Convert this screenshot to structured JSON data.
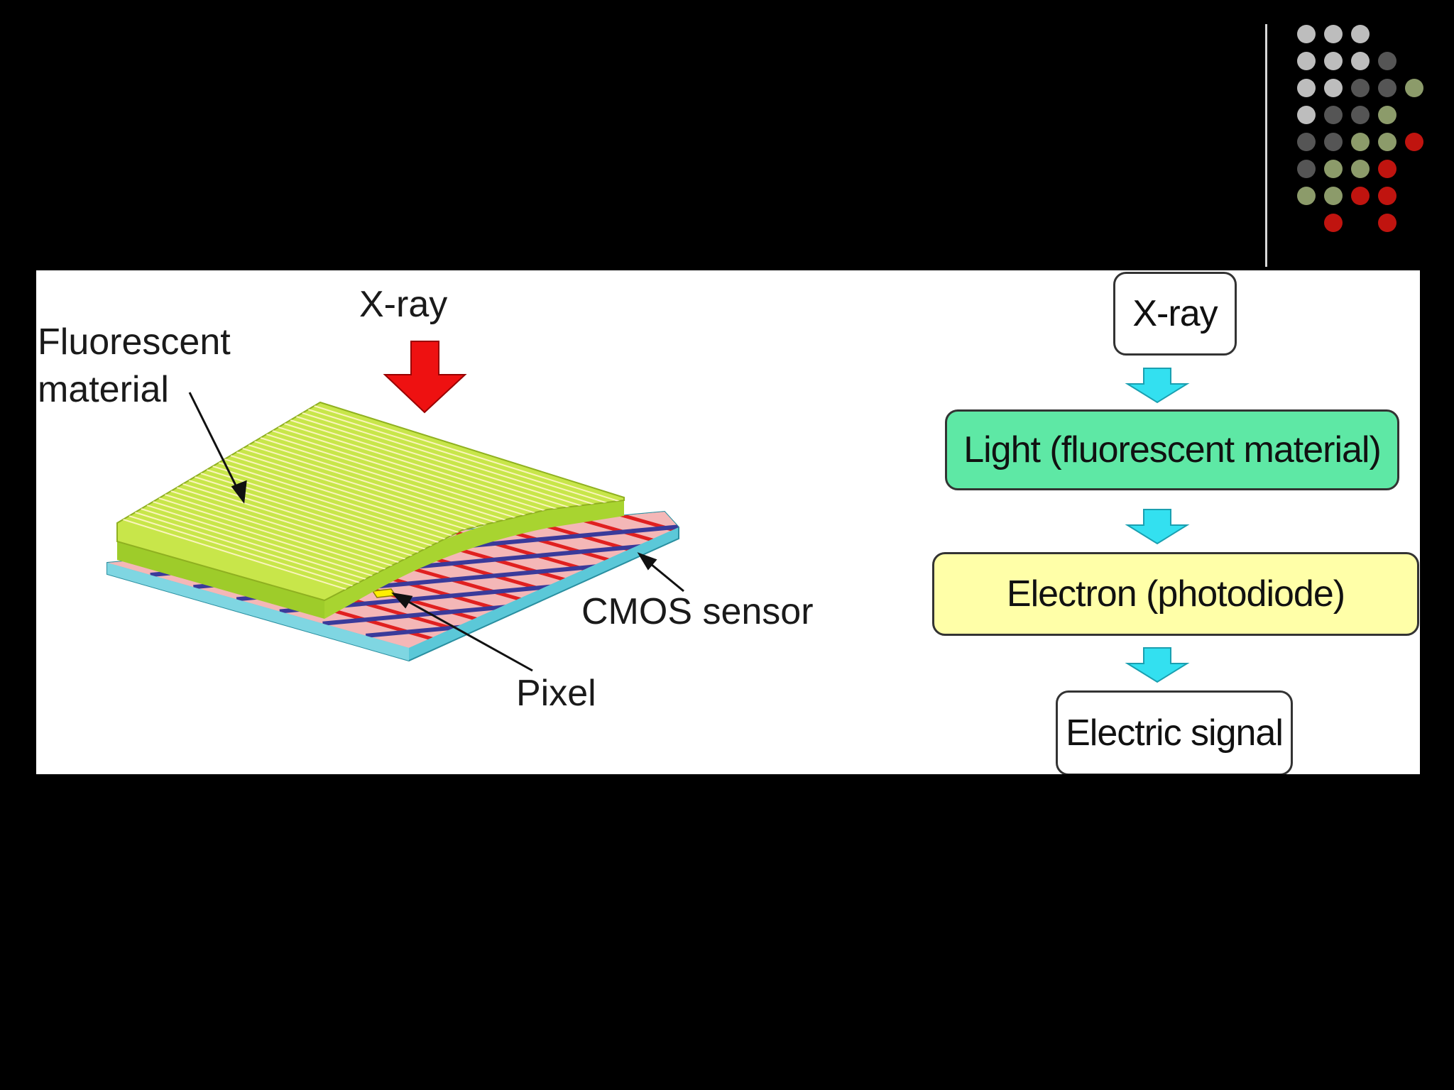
{
  "colors": {
    "background": "#000000",
    "dot_light_gray": "#bdbdbd",
    "dot_dark_gray": "#555555",
    "dot_olive": "#8c9b6a",
    "dot_red": "#c0140f",
    "fluorescent_layer": "#c8e64a",
    "sensor_grid_fill": "#f4b7b7",
    "sensor_base": "#5bc8d8",
    "xray_arrow": "#ee1111",
    "flow_arrow": "#33e0f0",
    "box_light_fill": "#5ee8a5",
    "box_electron_fill": "#ffffa8"
  },
  "diagram": {
    "labels": {
      "xray": "X-ray",
      "fluorescent_line1": "Fluorescent",
      "fluorescent_line2": "material",
      "cmos": "CMOS sensor",
      "pixel": "Pixel"
    },
    "flow": {
      "steps": [
        "X-ray",
        "Light (fluorescent material)",
        "Electron (photodiode)",
        "Electric signal"
      ]
    }
  }
}
